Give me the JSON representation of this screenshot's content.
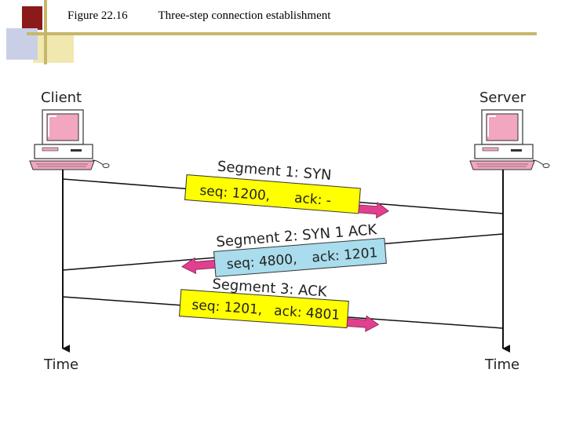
{
  "header": {
    "figure_number": "Figure 22.16",
    "title": "Three-step connection establishment"
  },
  "hosts": {
    "left": "Client",
    "right": "Server"
  },
  "time_labels": {
    "left": "Time",
    "right": "Time"
  },
  "segments": [
    {
      "name": "Segment 1: SYN",
      "seq": "seq: 1200,",
      "ack": "ack: -",
      "direction": "client-to-server"
    },
    {
      "name": "Segment 2: SYN 1 ACK",
      "seq": "seq: 4800,",
      "ack": "ack: 1201",
      "direction": "server-to-client"
    },
    {
      "name": "Segment 3: ACK",
      "seq": "seq: 1201,",
      "ack": "ack: 4801",
      "direction": "client-to-server"
    }
  ],
  "colors": {
    "box_fill": "#ffff00",
    "arrow_fill": "#e0408f",
    "decor_red": "#8b1a1a",
    "decor_gold": "#c8b76a",
    "decor_blue": "#9aa6c9"
  }
}
